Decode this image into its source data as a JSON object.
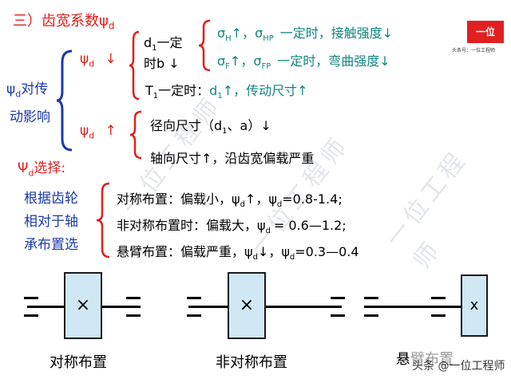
{
  "heading": "三）齿宽系数ψ",
  "heading_sub": "d",
  "left_label": {
    "psi": "ψ",
    "sub": "d",
    "line1": "对传",
    "line2": "动影响"
  },
  "upper": {
    "psi": "ψ",
    "sub": "d",
    "arrow": "↓",
    "cond1": "d",
    "cond1_sub": "1",
    "cond1_rest": "一定",
    "cond2": "时b ↓",
    "r1": "σ",
    "r1_sub": "H",
    "r1_mid": "↑，σ",
    "r1_sub2": "HP",
    "r1_rest": "一定时，接触强度↓",
    "r2": "σ",
    "r2_sub": "F",
    "r2_mid": "↑，σ",
    "r2_sub2": "FP",
    "r2_rest": "一定时，弯曲强度↓",
    "t1": "T",
    "t1_sub": "1",
    "t1_rest": "一定时：",
    "t1_d": "d",
    "t1_dsub": "1",
    "t1_tail": "↑，传动尺寸↑"
  },
  "lower": {
    "psi": "ψ",
    "sub": "d",
    "arrow": "↑",
    "line1": "径向尺寸（d",
    "line1_sub": "1",
    "line1_rest": "、a）↓",
    "line2": "轴向尺寸↑，沿齿宽偏载严重"
  },
  "selection": {
    "psi": "Ψ",
    "sub": "d",
    "label": "选择:"
  },
  "basis": [
    "根据齿轮",
    "相对于轴",
    "承布置选"
  ],
  "rules": [
    {
      "a": "对称布置：偏载小，ψ",
      "s1": "d",
      "b": "↑，ψ",
      "s2": "d",
      "c": "=0.8-1.4;"
    },
    {
      "a": "非对称布置时：偏载大，ψ",
      "s1": "d",
      "b": "= 0.6—1.2;",
      "s2": "",
      "c": ""
    },
    {
      "a": "悬臂布置：偏载严重，ψ",
      "s1": "d",
      "b": "↓，ψ",
      "s2": "d",
      "c": "=0.3—0.4"
    }
  ],
  "diagrams": [
    {
      "label": "对称布置",
      "mark": "×"
    },
    {
      "label": "非对称布置",
      "mark": "×"
    },
    {
      "label": "悬臂布置",
      "mark": "x"
    }
  ],
  "logo": {
    "text": "一位",
    "sub": "头条号：一位工程师"
  },
  "watermark": "一位工程师",
  "footer": "头条 @一位工程师",
  "colors": {
    "red": "#e0201c",
    "teal": "#10867e",
    "blue": "#1a3aa8",
    "bearing": "#cfe8f4"
  }
}
